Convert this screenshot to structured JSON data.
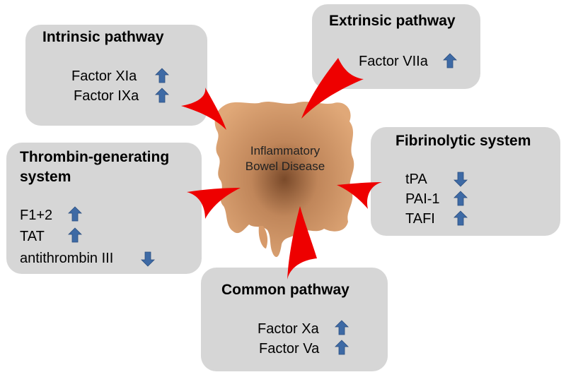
{
  "colors": {
    "box_fill": "#d6d6d6",
    "indicator_blue": "#3e6aa5",
    "arrow_red": "#ee0000",
    "colon_fill": "#d79a6a"
  },
  "center": {
    "label_line1": "Inflammatory",
    "label_line2": "Bowel Disease",
    "icon": "colon-illustration"
  },
  "intrinsic": {
    "title": "Intrinsic pathway",
    "items": [
      {
        "label": "Factor XIa",
        "trend": "up"
      },
      {
        "label": "Factor IXa",
        "trend": "up"
      }
    ]
  },
  "extrinsic": {
    "title": "Extrinsic pathway",
    "items": [
      {
        "label": "Factor VIIa",
        "trend": "up"
      }
    ]
  },
  "thrombin": {
    "title_line1": "Thrombin-generating",
    "title_line2": "system",
    "items": [
      {
        "label": "F1+2",
        "trend": "up"
      },
      {
        "label": "TAT",
        "trend": "up"
      },
      {
        "label": "antithrombin III",
        "trend": "down"
      }
    ]
  },
  "fibrinolytic": {
    "title": "Fibrinolytic system",
    "items": [
      {
        "label": "tPA",
        "trend": "down"
      },
      {
        "label": "PAI-1",
        "trend": "up"
      },
      {
        "label": "TAFI",
        "trend": "up"
      }
    ]
  },
  "common": {
    "title": "Common pathway",
    "items": [
      {
        "label": "Factor Xa",
        "trend": "up"
      },
      {
        "label": "Factor Va",
        "trend": "up"
      }
    ]
  }
}
